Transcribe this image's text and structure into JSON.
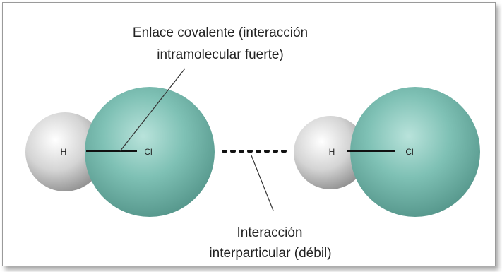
{
  "labels": {
    "covalent_line1": "Enlace covalente (interacción",
    "covalent_line2": "intramolecular fuerte)",
    "interparticle_line1": "Interacción",
    "interparticle_line2": "interparticular (débil)"
  },
  "molecules": [
    {
      "atom_small": "H",
      "atom_large": "Cl"
    },
    {
      "atom_small": "H",
      "atom_large": "Cl"
    }
  ],
  "colors": {
    "hydrogen": "#d9d9d9",
    "chlorine": "#7fbfb3",
    "frame_border": "#9a9a9a",
    "text": "#222222"
  }
}
